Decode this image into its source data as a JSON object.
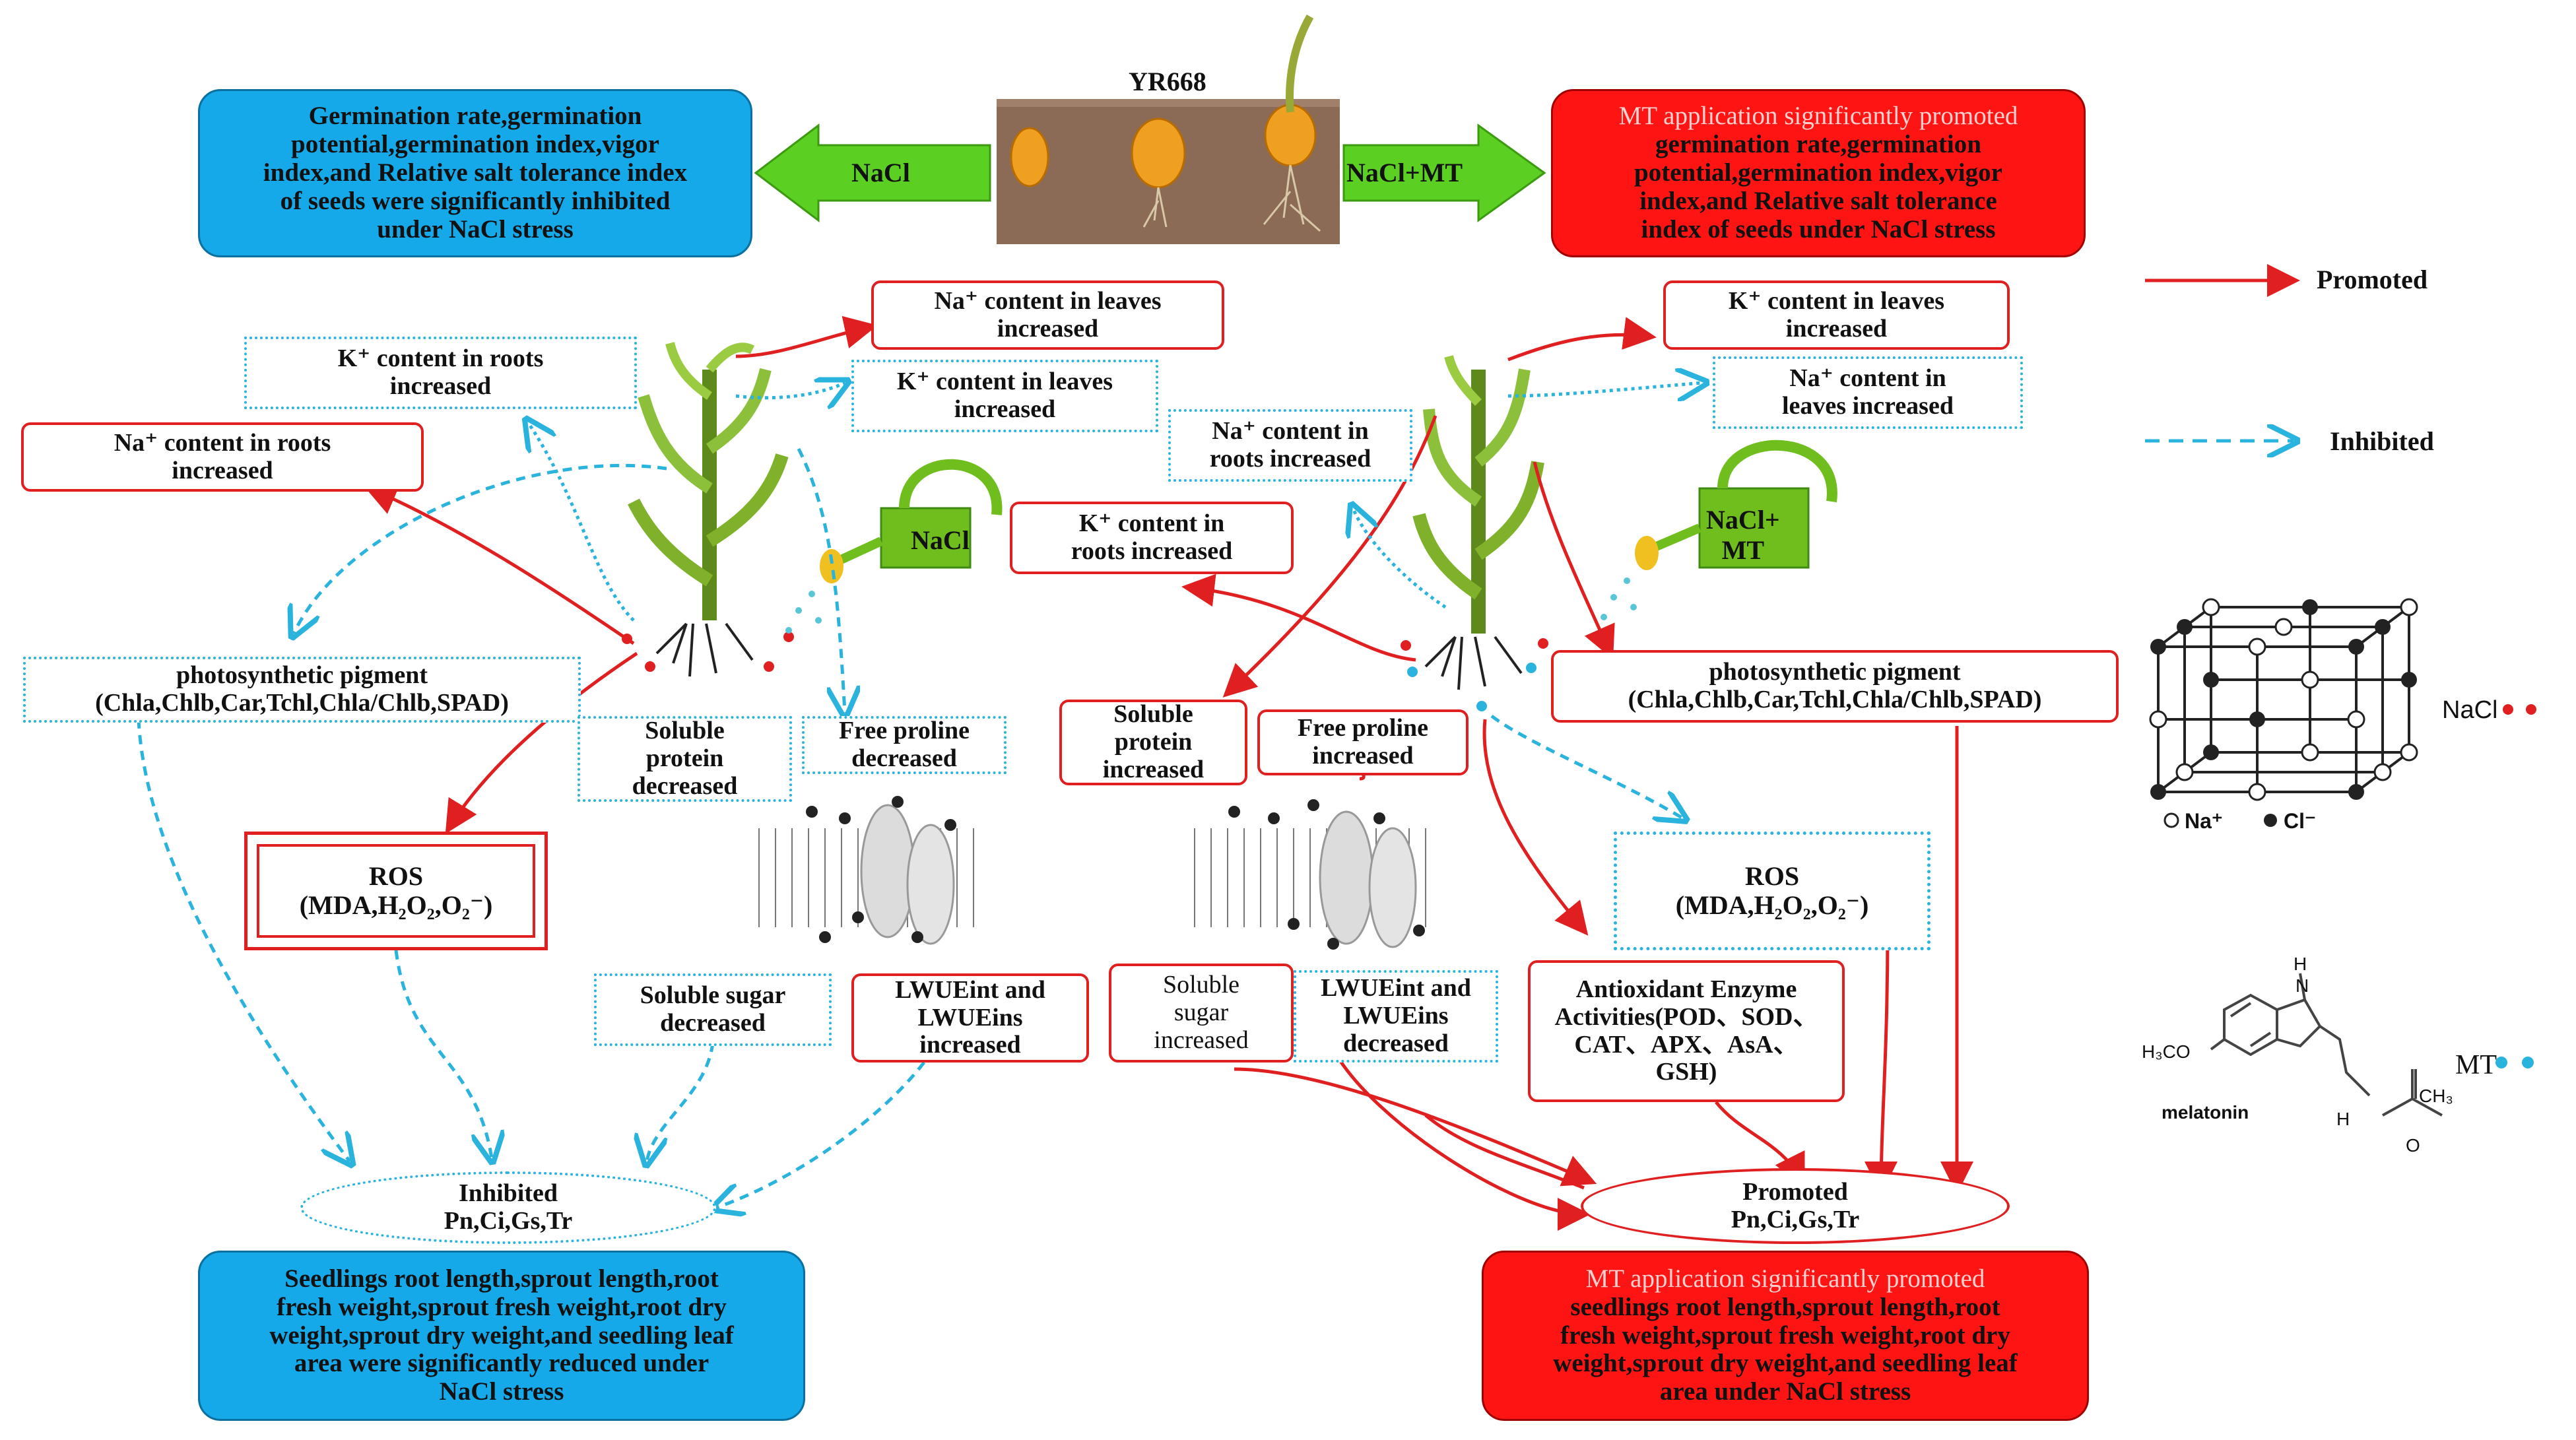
{
  "colors": {
    "promoted": "#e02020",
    "inhibited": "#2ab3dd",
    "nacl_panel": "#15a9ea",
    "mt_panel": "#ff1414",
    "soil": "#8a6a52"
  },
  "top": {
    "variety": "YR668",
    "arrow_left": "NaCl",
    "arrow_right": "NaCl+MT",
    "nacl_summary": [
      "Germination rate,germination",
      "potential,germination index,vigor",
      "index,and Relative salt tolerance index",
      "of seeds were significantly inhibited",
      "under NaCl stress"
    ],
    "mt_summary_first": "MT application significantly promoted",
    "mt_summary": [
      "germination rate,germination",
      "potential,germination index,vigor",
      "index,and Relative salt tolerance",
      "index of seeds under NaCl stress"
    ]
  },
  "left": {
    "na_leaves": [
      "Na⁺ content in leaves",
      "increased"
    ],
    "k_roots": [
      "K⁺ content in roots",
      "increased"
    ],
    "k_leaves": [
      "K⁺ content in leaves",
      "increased"
    ],
    "na_roots": [
      "Na⁺ content in roots",
      "increased"
    ],
    "can_label": "NaCl",
    "pigment": [
      "photosynthetic pigment",
      "(Chla,Chlb,Car,Tchl,Chla/Chlb,SPAD)"
    ],
    "soluble_protein": [
      "Soluble",
      "protein",
      "decreased"
    ],
    "free_proline": [
      "Free proline",
      "decreased"
    ],
    "ros": [
      "ROS",
      "(MDA,H₂O₂,O₂⁻)"
    ],
    "soluble_sugar": [
      "Soluble sugar",
      "decreased"
    ],
    "lwue": [
      "LWUEint and",
      "LWUEins",
      "increased"
    ],
    "photo": [
      "Inhibited",
      "Pn,Ci,Gs,Tr"
    ],
    "bottom": [
      "Seedlings root length,sprout length,root",
      "fresh weight,sprout fresh weight,root dry",
      "weight,sprout dry weight,and seedling leaf",
      "area were significantly reduced under",
      "NaCl stress"
    ]
  },
  "right": {
    "k_leaves": [
      "K⁺ content in leaves",
      "increased"
    ],
    "na_leaves": [
      "Na⁺ content in",
      "leaves increased"
    ],
    "na_roots": [
      "Na⁺ content in",
      "roots increased"
    ],
    "k_roots": [
      "K⁺ content in",
      "roots increased"
    ],
    "can_label": [
      "NaCl+",
      "MT"
    ],
    "pigment": [
      "photosynthetic pigment",
      "(Chla,Chlb,Car,Tchl,Chla/Chlb,SPAD)"
    ],
    "soluble_protein": [
      "Soluble",
      "protein",
      "increased"
    ],
    "free_proline": [
      "Free proline",
      "increased"
    ],
    "ros": [
      "ROS",
      "(MDA,H₂O₂,O₂⁻)"
    ],
    "soluble_sugar": [
      "Soluble",
      "sugar",
      "increased"
    ],
    "lwue": [
      "LWUEint and",
      "LWUEins",
      "decreased"
    ],
    "antioxidant": [
      "Antioxidant Enzyme",
      "Activities(POD、SOD、",
      "CAT、APX、AsA、",
      "GSH)"
    ],
    "photo": [
      "Promoted",
      "Pn,Ci,Gs,Tr"
    ],
    "bottom_first": "MT application  significantly promoted",
    "bottom": [
      "seedlings root length,sprout length,root",
      "fresh weight,sprout fresh weight,root dry",
      "weight,sprout dry weight,and seedling leaf",
      "area under NaCl stress"
    ]
  },
  "legend": {
    "promoted": "Promoted",
    "inhibited": "Inhibited",
    "nacl": "NaCl",
    "crystal_na": "Na⁺",
    "crystal_cl": "Cl⁻",
    "mt": "MT",
    "melatonin": "melatonin",
    "h3co": "H₃CO",
    "nh": "H",
    "n": "N",
    "ch3": "CH₃",
    "o": "O",
    "hn": "H"
  }
}
